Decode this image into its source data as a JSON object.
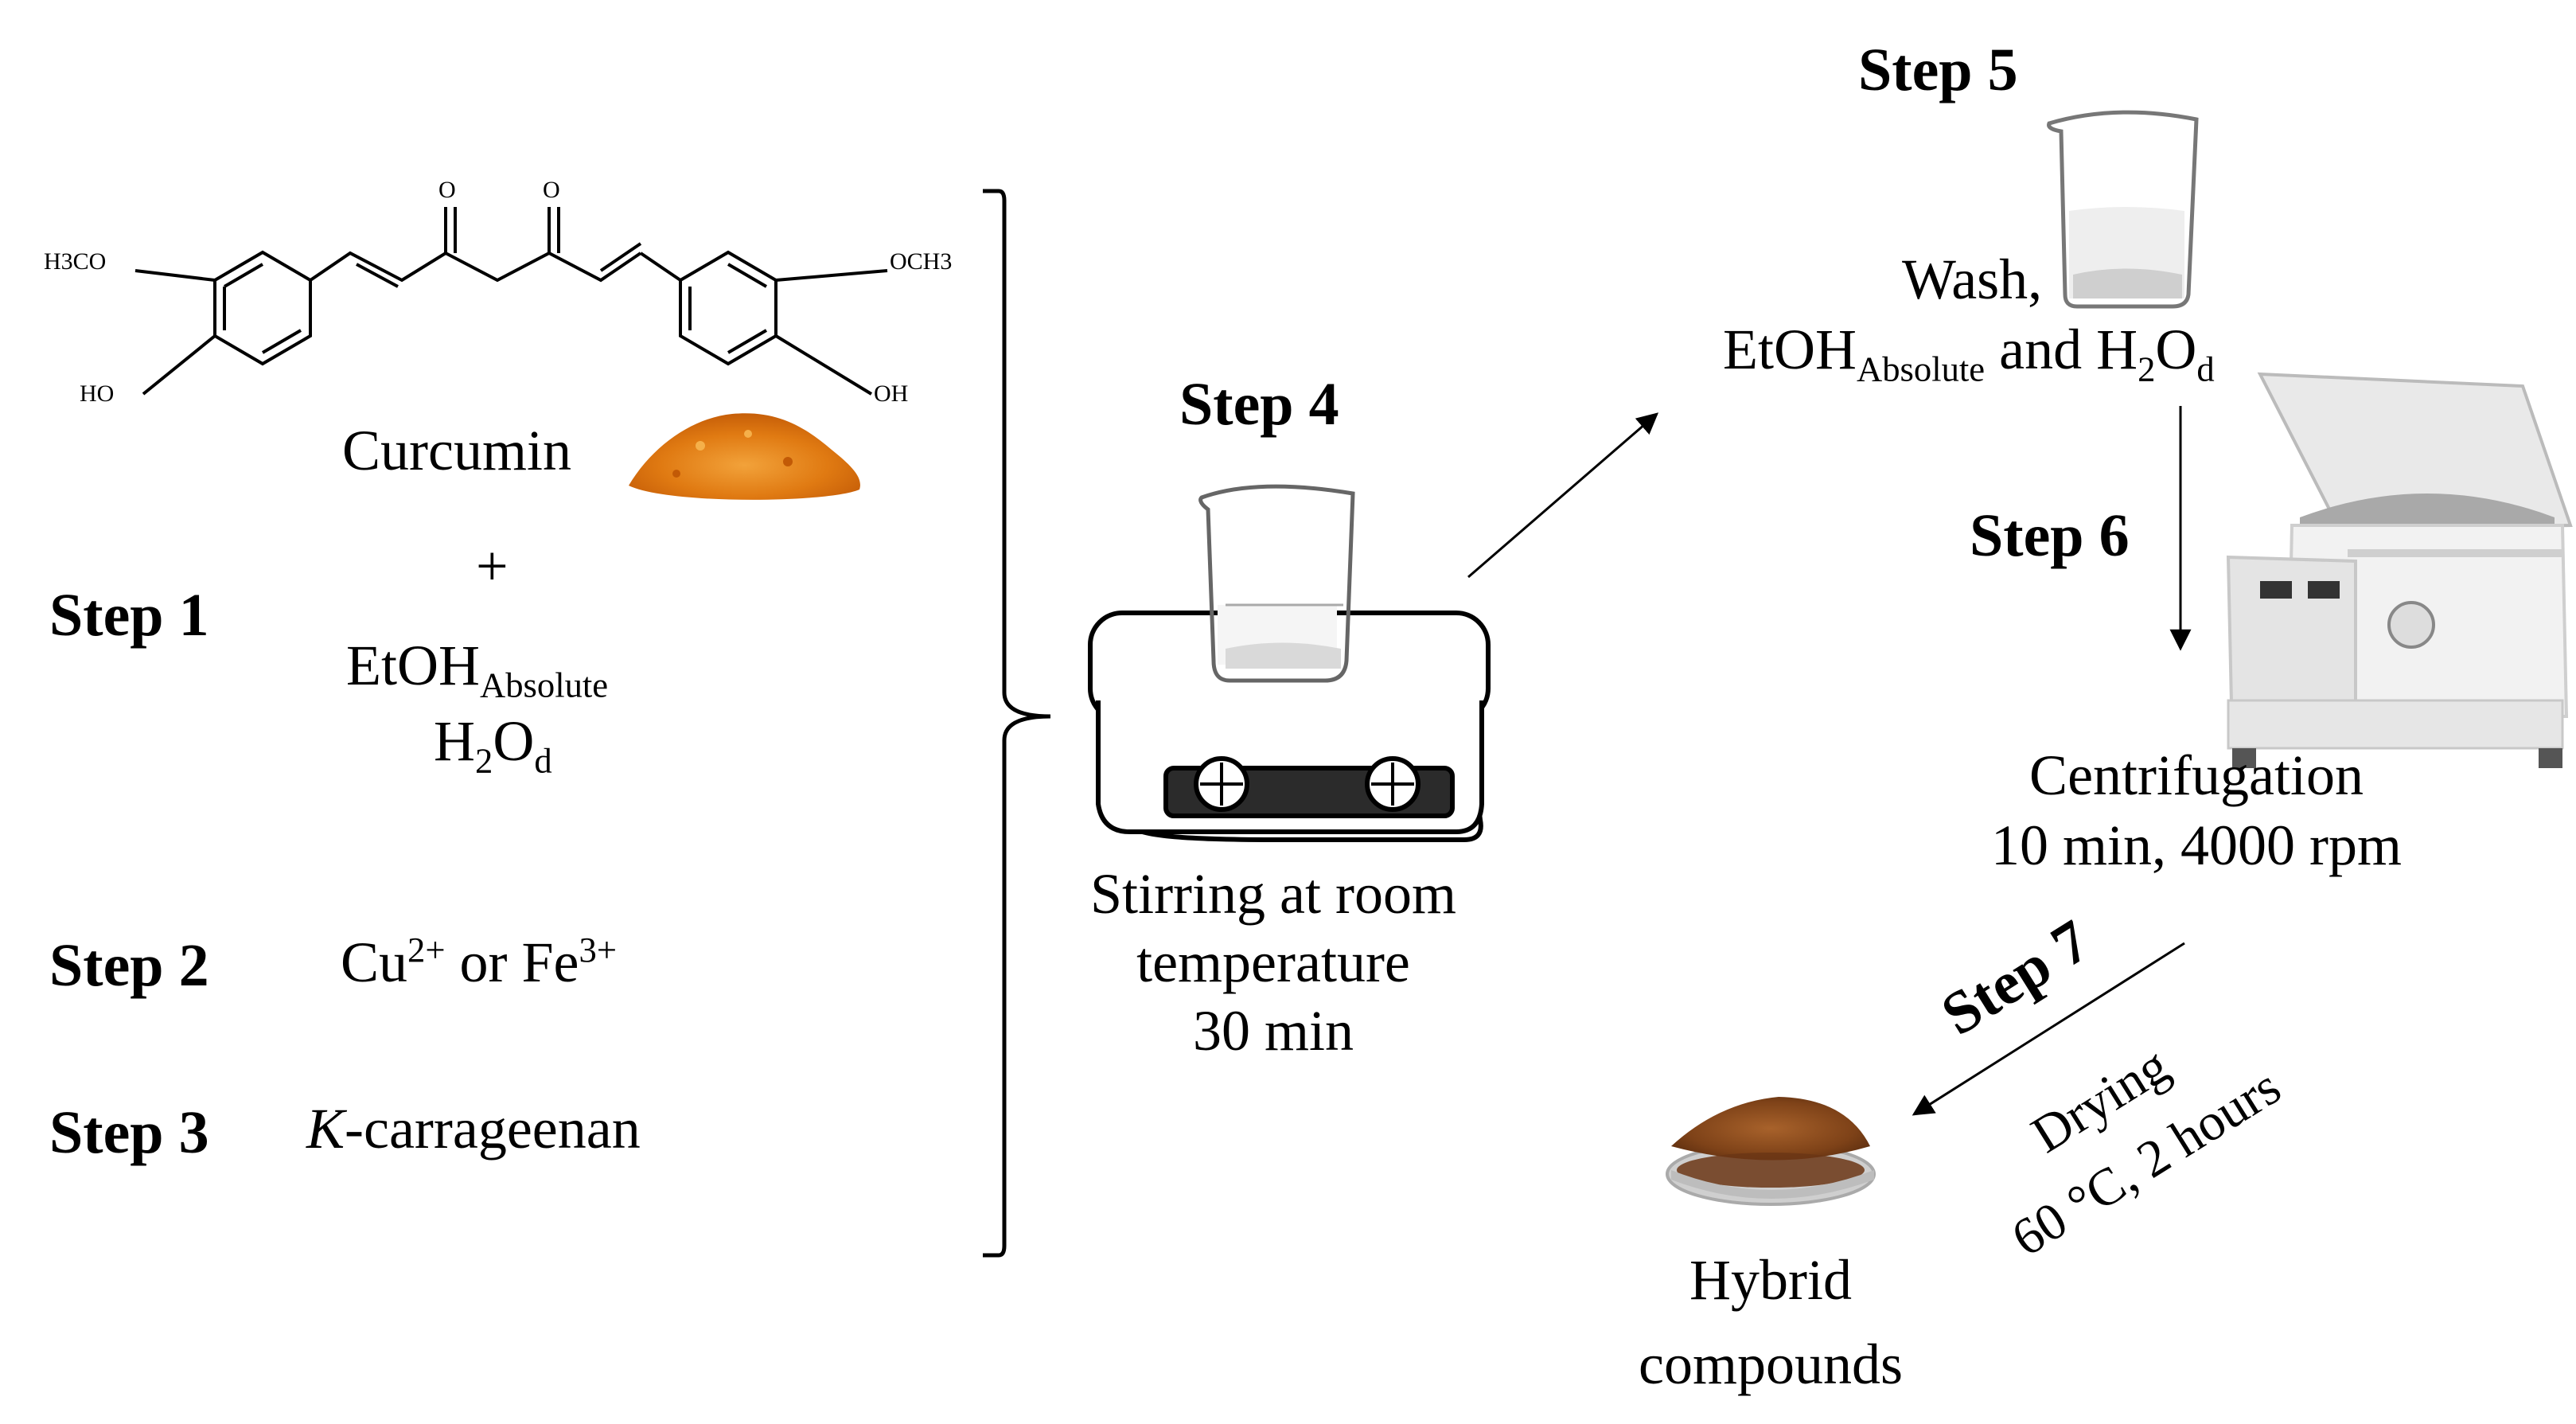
{
  "left": {
    "molecule": {
      "sub_left_top": "H3CO",
      "sub_left_bottom": "HO",
      "sub_right_top": "OCH3",
      "sub_right_bottom": "OH",
      "carbonyl_1": "O",
      "carbonyl_2": "O"
    },
    "curcumin_label": "Curcumin",
    "plus": "+",
    "step1_label": "Step 1",
    "etoh_main": "EtOH",
    "etoh_sub": "Absolute",
    "water_main": "H",
    "water_sub2": "2",
    "water_o": "O",
    "water_subd": "d",
    "step2_label": "Step 2",
    "step2_cu": "Cu",
    "step2_cu_sup": "2+",
    "step2_or": " or Fe",
    "step2_fe_sup": "3+",
    "step3_label": "Step 3",
    "step3_k": "K",
    "step3_rest": "-carrageenan"
  },
  "middle": {
    "step4_label": "Step 4",
    "caption_line1": "Stirring at room",
    "caption_line2": "temperature",
    "caption_line3": "30 min"
  },
  "right": {
    "step5_label": "Step 5",
    "wash": "Wash,",
    "etoh_main": "EtOH",
    "etoh_sub": "Absolute",
    "and_h": " and H",
    "h2o_sub2": "2",
    "h2o_o": "O",
    "h2o_subd": "d",
    "step6_label": "Step 6",
    "centri_line1": "Centrifugation",
    "centri_line2": "10 min, 4000 rpm",
    "step7_label": "Step 7",
    "drying_line1": "Drying",
    "drying_line2": "60 °C, 2 hours",
    "product_line1": "Hybrid",
    "product_line2": "compounds"
  },
  "colors": {
    "curcumin_powder": "#e07a12",
    "product_powder": "#8a4a1c",
    "line": "#000000"
  }
}
